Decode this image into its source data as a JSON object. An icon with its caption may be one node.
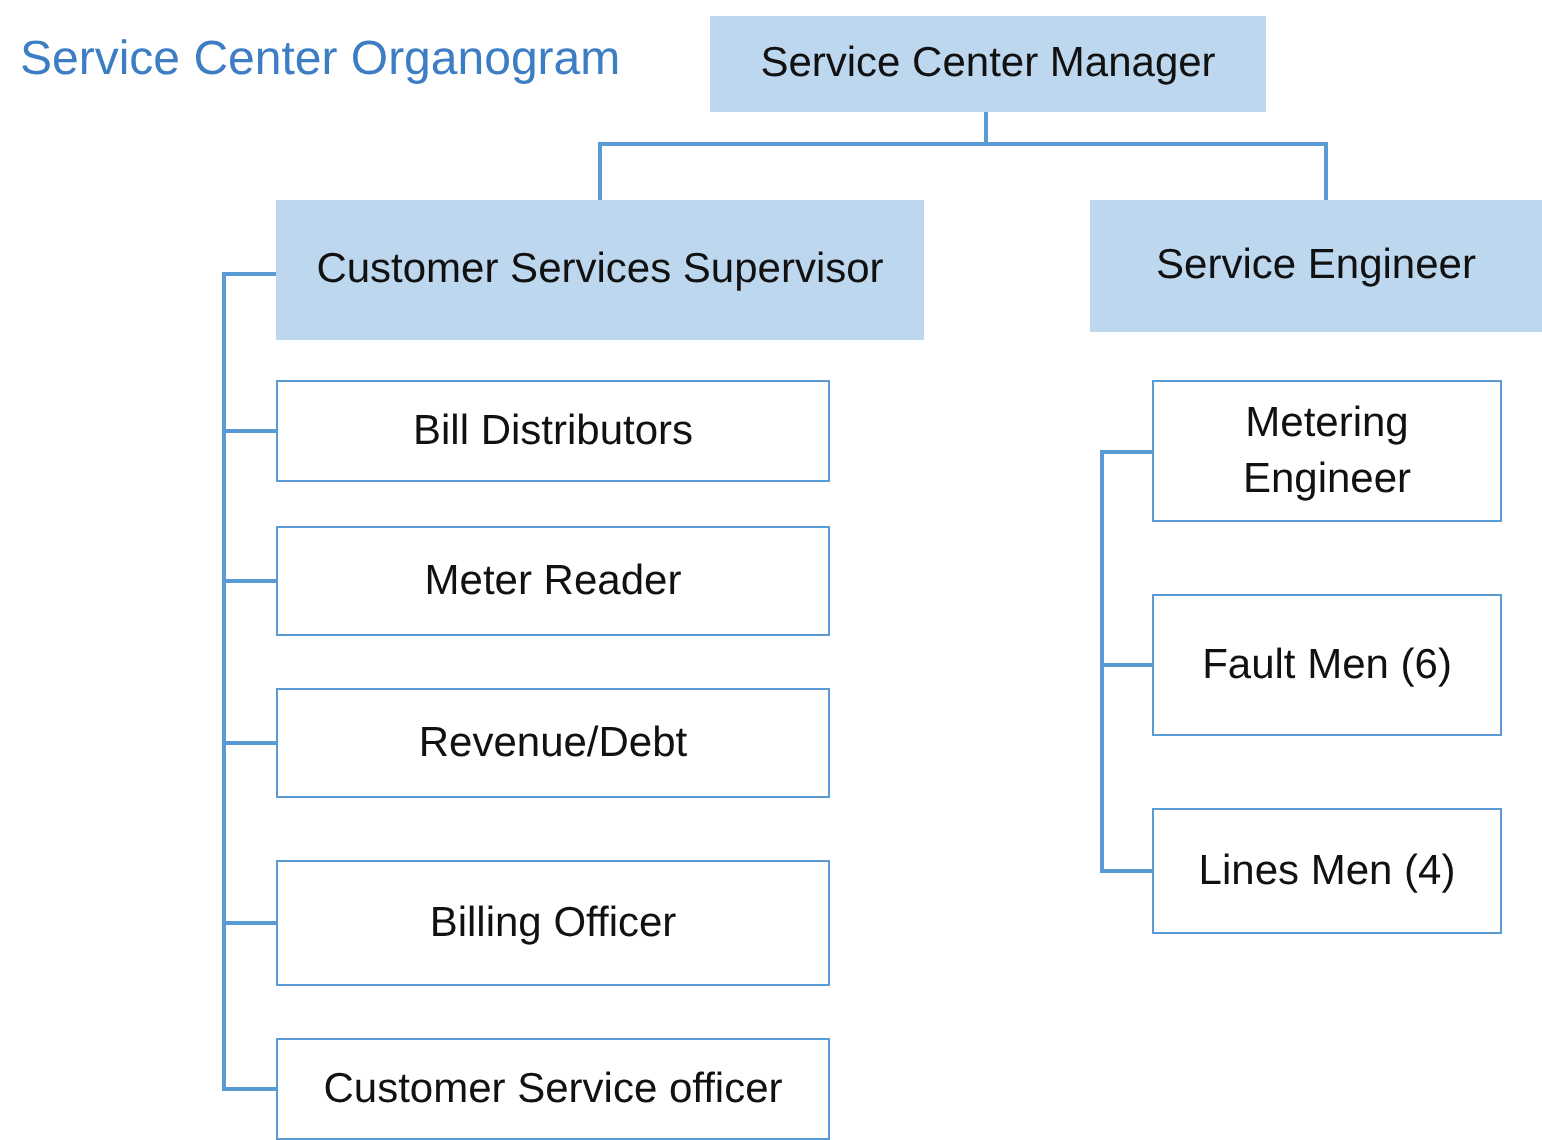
{
  "diagram": {
    "title": "Service Center Organogram",
    "nodes": [
      {
        "text": [
          "Service Center Manager"
        ]
      },
      {
        "text": [
          "Customer Services Supervisor"
        ]
      },
      {
        "text": [
          "Service Engineer"
        ]
      },
      {
        "text": [
          "Bill Distributors"
        ]
      },
      {
        "text": [
          "Meter Reader"
        ]
      },
      {
        "text": [
          "Revenue/Debt"
        ]
      },
      {
        "text": [
          "Billing Officer"
        ]
      },
      {
        "text": [
          "Customer Service officer"
        ]
      },
      {
        "text": [
          "Metering Engineer"
        ]
      },
      {
        "text": [
          "Fault Men  (6)"
        ]
      },
      {
        "text": [
          "Lines Men  (4)"
        ]
      }
    ],
    "edges": [
      {
        "from": 0,
        "to": 1,
        "arrow": "none"
      },
      {
        "from": 0,
        "to": 2,
        "arrow": "none"
      },
      {
        "from": 1,
        "to": 3,
        "arrow": "none"
      },
      {
        "from": 1,
        "to": 4,
        "arrow": "none"
      },
      {
        "from": 1,
        "to": 5,
        "arrow": "none"
      },
      {
        "from": 1,
        "to": 6,
        "arrow": "none"
      },
      {
        "from": 1,
        "to": 7,
        "arrow": "none"
      },
      {
        "from": 8,
        "to": 9,
        "arrow": "none"
      },
      {
        "from": 8,
        "to": 10,
        "arrow": "none"
      }
    ]
  }
}
